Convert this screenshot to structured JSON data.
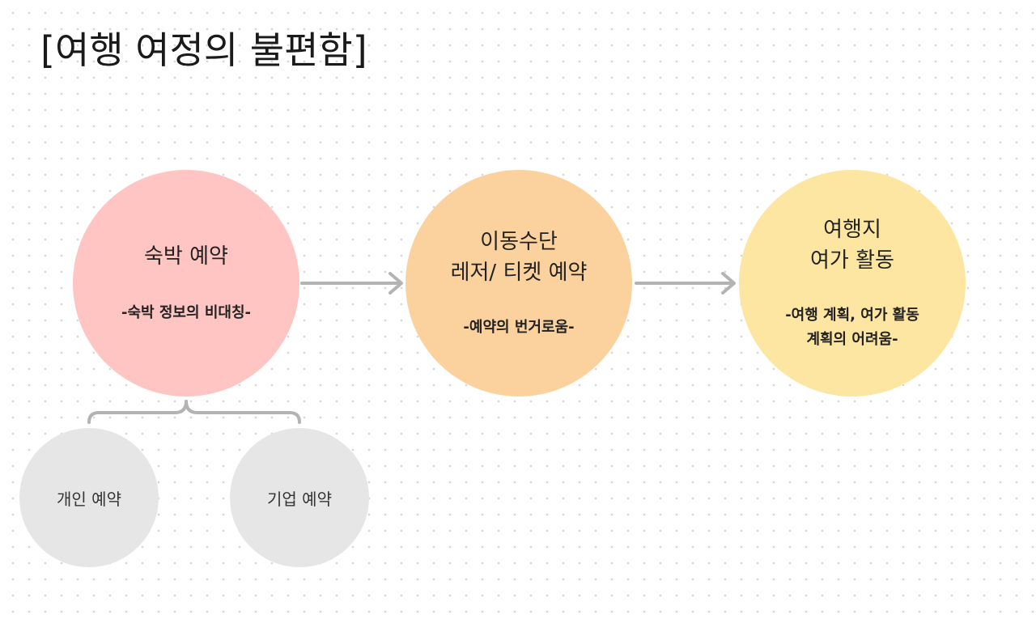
{
  "title": "[여행 여정의 불편함]",
  "nodes": {
    "lodging": {
      "label": "숙박 예약",
      "problem": "-숙박 정보의 비대칭-"
    },
    "transport": {
      "label_line1": "이동수단",
      "label_line2": "레저/ 티켓 예약",
      "problem": "-예약의 번거로움-"
    },
    "activity": {
      "label_line1": "여행지",
      "label_line2": "여가 활동",
      "problem_line1": "-여행 계획, 여가 활동",
      "problem_line2": "계획의 어려움-"
    },
    "personal": {
      "label": "개인 예약"
    },
    "corporate": {
      "label": "기업 예약"
    }
  },
  "colors": {
    "lodging": "#ffc5c2",
    "transport": "#fbd29e",
    "activity": "#fde6a2",
    "sub": "#e6e6e6",
    "connector": "#b3b3b3"
  }
}
